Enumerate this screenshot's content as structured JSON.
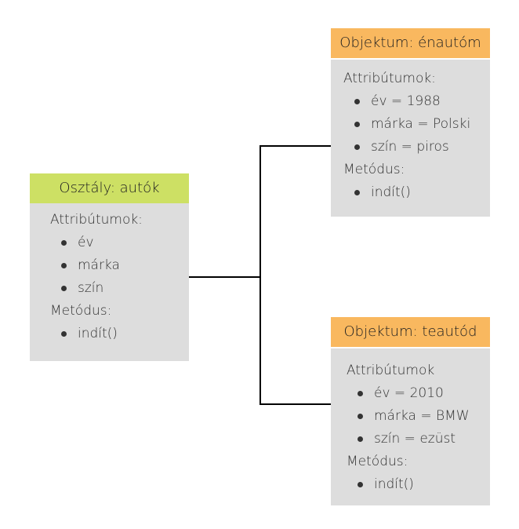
{
  "class_box": {
    "header": "Osztály: autók",
    "attributes_title": "Attribútumok:",
    "attributes": [
      "év",
      "márka",
      "szín"
    ],
    "methods_title": "Metódus:",
    "methods": [
      "indít()"
    ]
  },
  "object_1": {
    "header": "Objektum: énautóm",
    "attributes_title": "Attribútumok:",
    "attributes": [
      "év = 1988",
      "márka = Polski",
      "szín = piros"
    ],
    "methods_title": "Metódus:",
    "methods": [
      "indít()"
    ]
  },
  "object_2": {
    "header": "Objektum: teautód",
    "attributes_title": "Attribútumok",
    "attributes": [
      "év = 2010",
      "márka = BMW",
      "szín = ezüst"
    ],
    "methods_title": "Metódus:",
    "methods": [
      "indít()"
    ]
  },
  "colors": {
    "class_header": "#cde064",
    "object_header": "#f9b85f",
    "box_body": "#dddddd",
    "connector": "#000000"
  }
}
